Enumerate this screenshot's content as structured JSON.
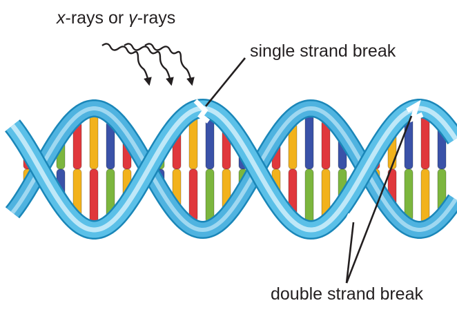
{
  "labels": {
    "radiation": {
      "x_symbol": "x",
      "x_suffix": "-rays or ",
      "gamma_symbol": "γ",
      "gamma_suffix": "-rays"
    },
    "single_strand_break": "single strand break",
    "double_strand_break": "double strand break"
  },
  "colors": {
    "strand_fill": "#5bc0e8",
    "strand_edge": "#1a86b8",
    "strand_highlight": "#bfe8f8",
    "base_red": "#e0383c",
    "base_blue": "#3a52a8",
    "base_green": "#7cb63e",
    "base_yellow": "#f2b21c",
    "ink": "#231f20"
  }
}
